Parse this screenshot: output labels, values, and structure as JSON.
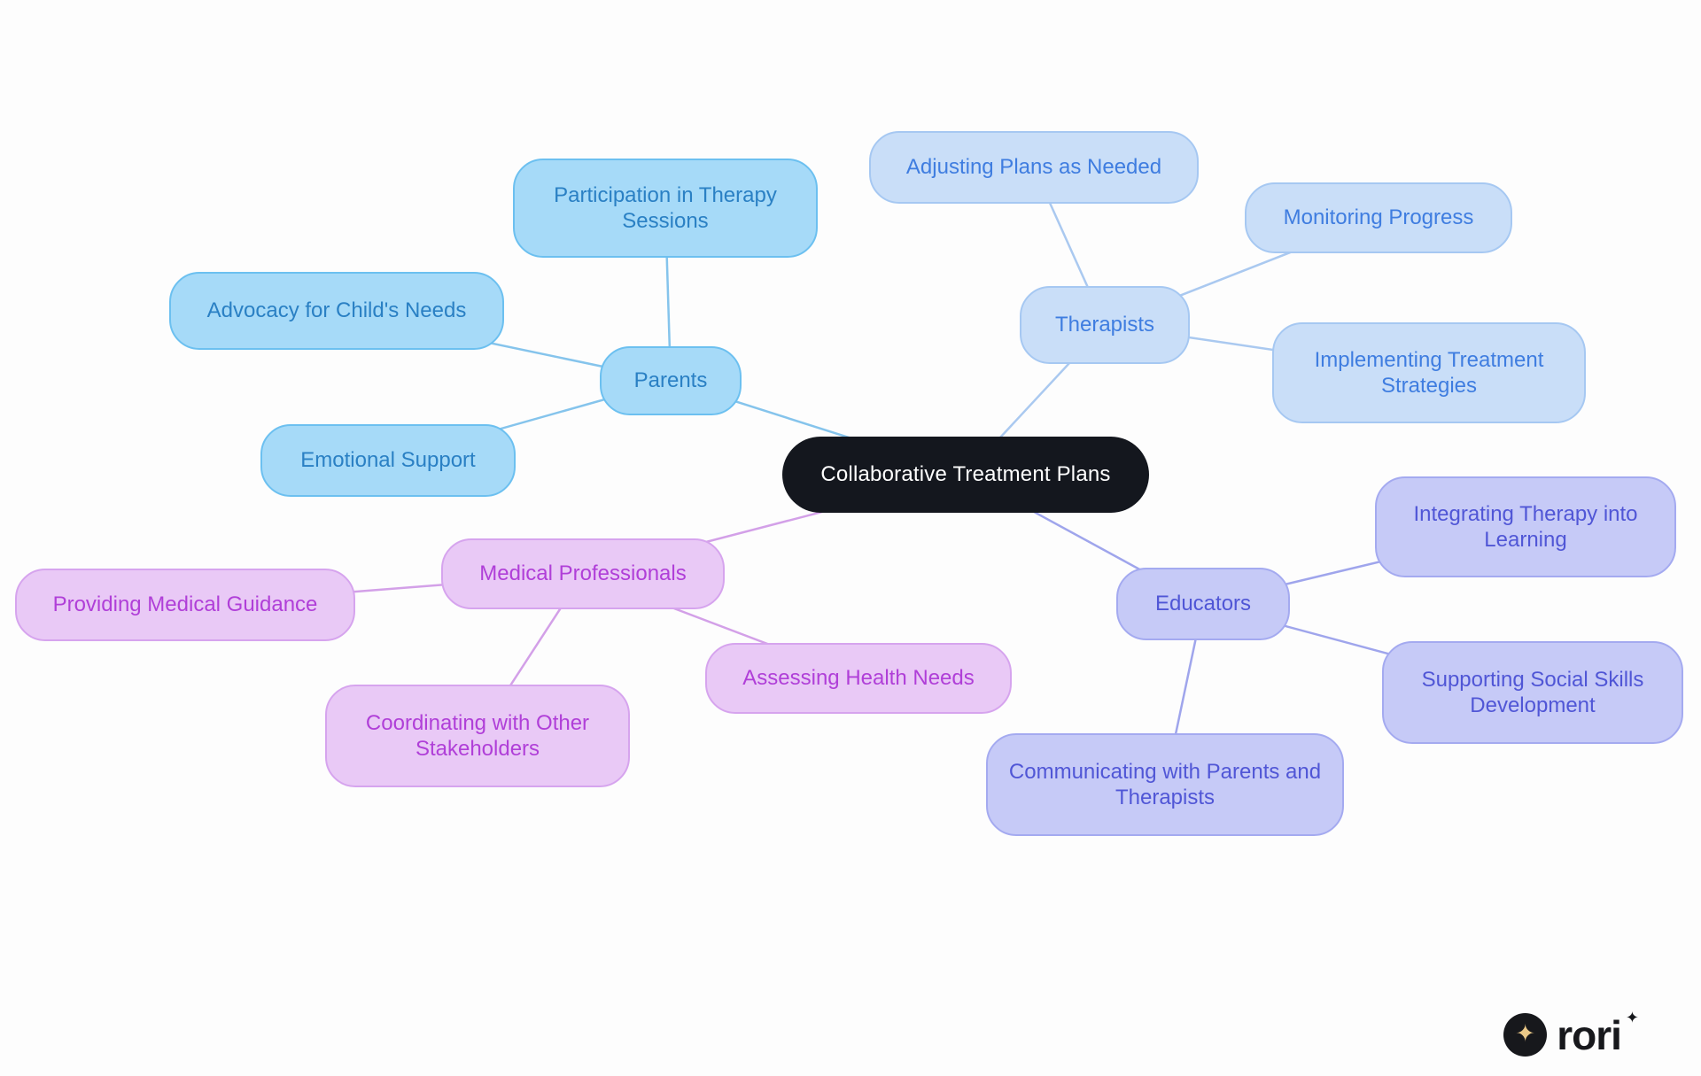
{
  "background_color": "#fdfdfd",
  "center": {
    "label": "Collaborative Treatment Plans",
    "fill": "#14171e",
    "text_color": "#ffffff"
  },
  "branches": [
    {
      "id": "parents",
      "label": "Parents",
      "fill": "#a6daf8",
      "border": "#6cc0f0",
      "text_color": "#2a80c4",
      "edge_color": "#85c4ec",
      "children": [
        {
          "label": "Participation in Therapy Sessions"
        },
        {
          "label": "Advocacy for Child's Needs"
        },
        {
          "label": "Emotional Support"
        }
      ]
    },
    {
      "id": "therapists",
      "label": "Therapists",
      "fill": "#c9def8",
      "border": "#a6c8f2",
      "text_color": "#3f7de0",
      "edge_color": "#aac9f0",
      "children": [
        {
          "label": "Adjusting Plans as Needed"
        },
        {
          "label": "Monitoring Progress"
        },
        {
          "label": "Implementing Treatment Strategies"
        }
      ]
    },
    {
      "id": "medical-professionals",
      "label": "Medical Professionals",
      "fill": "#e9c9f6",
      "border": "#d6a4ee",
      "text_color": "#b03fd8",
      "edge_color": "#d3a0e8",
      "children": [
        {
          "label": "Providing Medical Guidance"
        },
        {
          "label": "Coordinating with Other Stakeholders"
        },
        {
          "label": "Assessing Health Needs"
        }
      ]
    },
    {
      "id": "educators",
      "label": "Educators",
      "fill": "#c6caf7",
      "border": "#a4aaf0",
      "text_color": "#5056d6",
      "edge_color": "#9fa5ec",
      "children": [
        {
          "label": "Integrating Therapy into Learning"
        },
        {
          "label": "Supporting Social Skills Development"
        },
        {
          "label": "Communicating with Parents and Therapists"
        }
      ]
    }
  ],
  "logo": {
    "wordmark": "rori",
    "star_glyph": "✦",
    "circle_color": "#17181c",
    "star_color": "#eac887",
    "text_color": "#17181c"
  }
}
